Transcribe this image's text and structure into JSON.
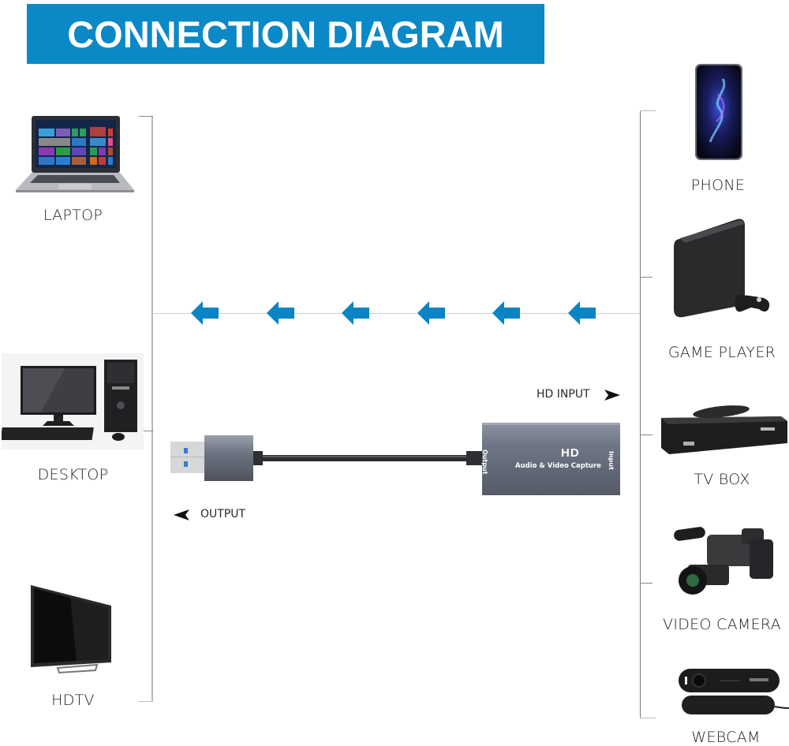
{
  "title": "CONNECTION DIAGRAM",
  "colors": {
    "banner": "#0b88c6",
    "arrow": "#0b84c4",
    "device_shell": "#6f7685"
  },
  "output_devices": [
    {
      "label": "LAPTOP",
      "icon": "laptop-icon"
    },
    {
      "label": "DESKTOP",
      "icon": "desktop-computer-icon"
    },
    {
      "label": "HDTV",
      "icon": "tv-icon"
    }
  ],
  "input_devices": [
    {
      "label": "PHONE",
      "icon": "phone-icon"
    },
    {
      "label": "GAME PLAYER",
      "icon": "game-console-icon"
    },
    {
      "label": "TV BOX",
      "icon": "tv-box-icon"
    },
    {
      "label": "VIDEO CAMERA",
      "icon": "video-camera-icon"
    },
    {
      "label": "WEBCAM",
      "icon": "webcam-icon"
    }
  ],
  "flow": {
    "direction": "right-to-left",
    "arrow_count": 6
  },
  "capture_device": {
    "brand_mark": "HD",
    "name": "Audio & Video Capture",
    "left_port_label": "Output",
    "right_port_label": "Input"
  },
  "annotations": {
    "hd_input": "HD INPUT",
    "output": "OUTPUT"
  }
}
